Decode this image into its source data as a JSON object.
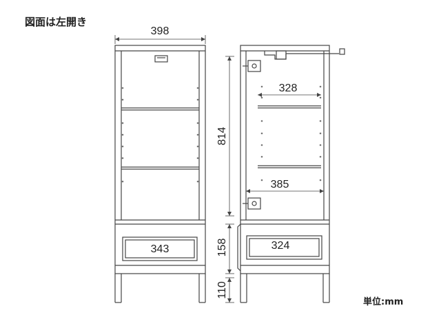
{
  "title": "図面は左開き",
  "unit": "単位:mm",
  "front_view": {
    "width": "398",
    "drawer_width": "343"
  },
  "side_view": {
    "top_width": "328",
    "bottom_width": "385",
    "drawer_width": "324",
    "height_upper": "814",
    "height_drawer": "158",
    "height_legs": "110"
  },
  "colors": {
    "line": "#444444",
    "frame": "#555555",
    "dot": "#777777"
  }
}
